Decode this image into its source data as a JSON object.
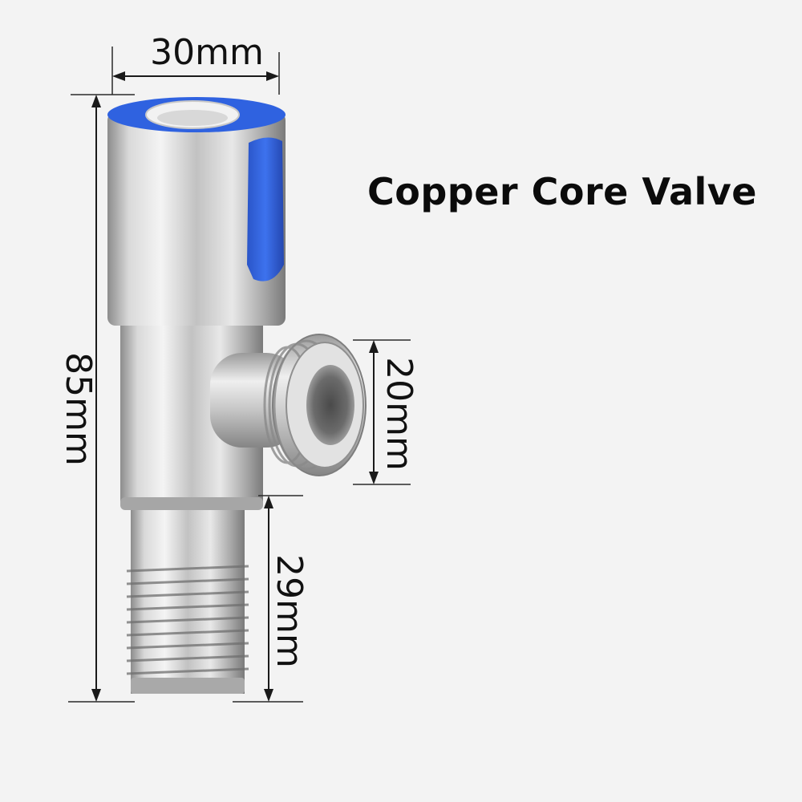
{
  "title": "Copper Core Valve",
  "dimensions": {
    "width": "30mm",
    "height": "85mm",
    "outlet": "20mm",
    "thread": "29mm"
  },
  "colors": {
    "background": "#f3f3f3",
    "handle": "#2f62e0",
    "steel": "#c9c9c9",
    "text": "#0b0b0b"
  },
  "icons": {
    "product": "angle-valve-icon"
  }
}
